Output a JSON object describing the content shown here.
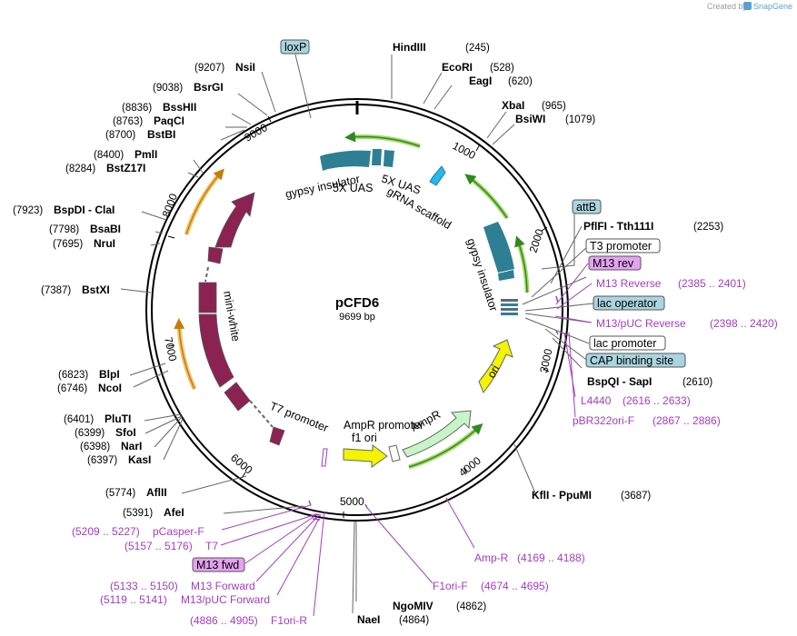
{
  "credit": {
    "prefix": "Created by",
    "brand": "SnapGene"
  },
  "plasmid": {
    "name": "pCFD6",
    "length": "9699 bp"
  },
  "ticks": [
    "1000",
    "2000",
    "3000",
    "4000",
    "5000",
    "6000",
    "7000",
    "8000",
    "9000"
  ],
  "features": {
    "gypsy_top": "gypsy insulator",
    "uas_left": "5X UAS",
    "uas_right": "5X UAS",
    "grna": "gRNA scaffold",
    "gypsy_right": "gypsy insulator",
    "ori": "ori",
    "ampr": "AmpR",
    "ampr_promoter": "AmpR promoter",
    "f1_ori": "f1 ori",
    "t7_promoter": "T7 promoter",
    "mini_white": "mini-white"
  },
  "boxes": {
    "loxp": "loxP",
    "attb": "attB",
    "t3": "T3 promoter",
    "m13rev": "M13 rev",
    "lacop": "lac operator",
    "lacprom": "lac promoter",
    "cap": "CAP binding site",
    "m13fwd": "M13 fwd"
  },
  "sites": [
    {
      "name": "HindIII",
      "pos": "(245)"
    },
    {
      "name": "EcoRI",
      "pos": "(528)"
    },
    {
      "name": "EagI",
      "pos": "(620)"
    },
    {
      "name": "XbaI",
      "pos": "(965)"
    },
    {
      "name": "BsiWI",
      "pos": "(1079)"
    },
    {
      "name": "PflFI  - Tth111I",
      "pos": "(2253)"
    },
    {
      "name": "BspQI  - SapI",
      "pos": "(2610)"
    },
    {
      "name": "KflI  - PpuMI",
      "pos": "(3687)"
    },
    {
      "name": "NgoMIV",
      "pos": "(4862)"
    },
    {
      "name": "NaeI",
      "pos": "(4864)"
    },
    {
      "name": "NsiI",
      "pos": "(9207)"
    },
    {
      "name": "BsrGI",
      "pos": "(9038)"
    },
    {
      "name": "BssHII",
      "pos": "(8836)"
    },
    {
      "name": "PaqCI",
      "pos": "(8763)"
    },
    {
      "name": "BstBI",
      "pos": "(8700)"
    },
    {
      "name": "PmlI",
      "pos": "(8400)"
    },
    {
      "name": "BstZ17I",
      "pos": "(8284)"
    },
    {
      "name": "BspDI  - ClaI",
      "pos": "(7923)"
    },
    {
      "name": "BsaBI",
      "pos": "(7798)"
    },
    {
      "name": "NruI",
      "pos": "(7695)"
    },
    {
      "name": "BstXI",
      "pos": "(7387)"
    },
    {
      "name": "BlpI",
      "pos": "(6823)"
    },
    {
      "name": "NcoI",
      "pos": "(6746)"
    },
    {
      "name": "PluTI",
      "pos": "(6401)"
    },
    {
      "name": "SfoI",
      "pos": "(6399)"
    },
    {
      "name": "NarI",
      "pos": "(6398)"
    },
    {
      "name": "KasI",
      "pos": "(6397)"
    },
    {
      "name": "AflII",
      "pos": "(5774)"
    },
    {
      "name": "AfeI",
      "pos": "(5391)"
    }
  ],
  "primers": [
    {
      "name": "M13 Reverse",
      "range": "(2385 .. 2401)"
    },
    {
      "name": "M13/pUC Reverse",
      "range": "(2398 .. 2420)"
    },
    {
      "name": "L4440",
      "range": "(2616 .. 2633)"
    },
    {
      "name": "pBR322ori-F",
      "range": "(2867 .. 2886)"
    },
    {
      "name": "Amp-R",
      "range": "(4169 .. 4188)"
    },
    {
      "name": "F1ori-F",
      "range": "(4674 .. 4695)"
    },
    {
      "name": "pCasper-F",
      "range": "(5209 .. 5227)"
    },
    {
      "name": "T7",
      "range": "(5157 .. 5176)"
    },
    {
      "name": "M13 Forward",
      "range": "(5133 .. 5150)"
    },
    {
      "name": "M13/pUC Forward",
      "range": "(5119 .. 5141)"
    },
    {
      "name": "F1ori-R",
      "range": "(4886 .. 4905)"
    }
  ]
}
